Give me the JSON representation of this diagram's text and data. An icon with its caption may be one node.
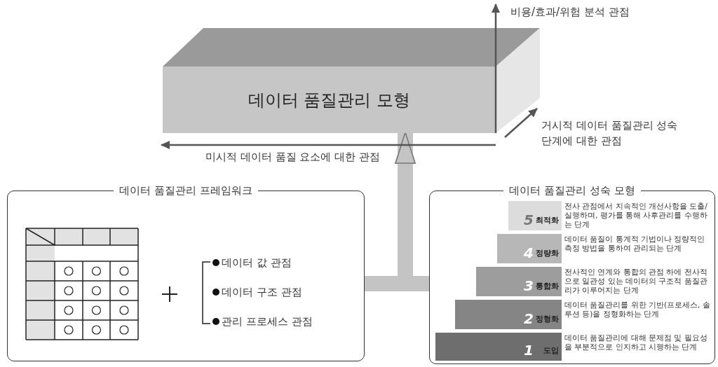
{
  "diagram": {
    "nodes": [
      {
        "text": [
          "데이터 품질관리 모형"
        ]
      },
      {
        "text": [
          "데이터 품질관리 프레임워크",
          "데이터 값 관점",
          "데이터 구조 관점",
          "관리 프로세스 관점"
        ]
      },
      {
        "text": [
          "데이터 품질관리 성숙 모형"
        ]
      },
      {
        "text": [
          "5",
          "최적화"
        ],
        "in": 2,
        "beside": [
          "전사 관점에서 지속적인 개선사항을 도출/실행하며, 평가를 통해 사후관리를 수행하는 단계"
        ]
      },
      {
        "text": [
          "4",
          "정량화"
        ],
        "in": 2,
        "beside": [
          "데이터 품질이 통계적 기법이나 정량적인 측정 방법을 통하여 관리되는 단계"
        ]
      },
      {
        "text": [
          "3",
          "통합화"
        ],
        "in": 2,
        "beside": [
          "전사적인 연계와 통합의 관점 하에 전사적으로 일관성 있는 데이터의 구조적 품질관리가 이루어지는 단계"
        ]
      },
      {
        "text": [
          "2",
          "정형화"
        ],
        "in": 2,
        "beside": [
          "데이터 품질관리를 위한 기반(프로세스, 솔루션 등)을 정형화하는 단계"
        ]
      },
      {
        "text": [
          "1",
          "도입"
        ],
        "in": 2,
        "beside": [
          "데이터 품질관리에 대해 문제점 및 필요성을 부분적으로 인지하고 시행하는 단계"
        ]
      }
    ],
    "edges": [
      {
        "from": 1,
        "to": 0,
        "arrow": "to"
      },
      {
        "from": 2,
        "to": 0,
        "arrow": "to"
      }
    ],
    "labels": [
      "비용/효과/위험 분석 관점",
      "거시적 데이터 품질관리 성숙단계에 대한 관점",
      "미시적 데이터 품질 요소에 대한 관점"
    ]
  }
}
